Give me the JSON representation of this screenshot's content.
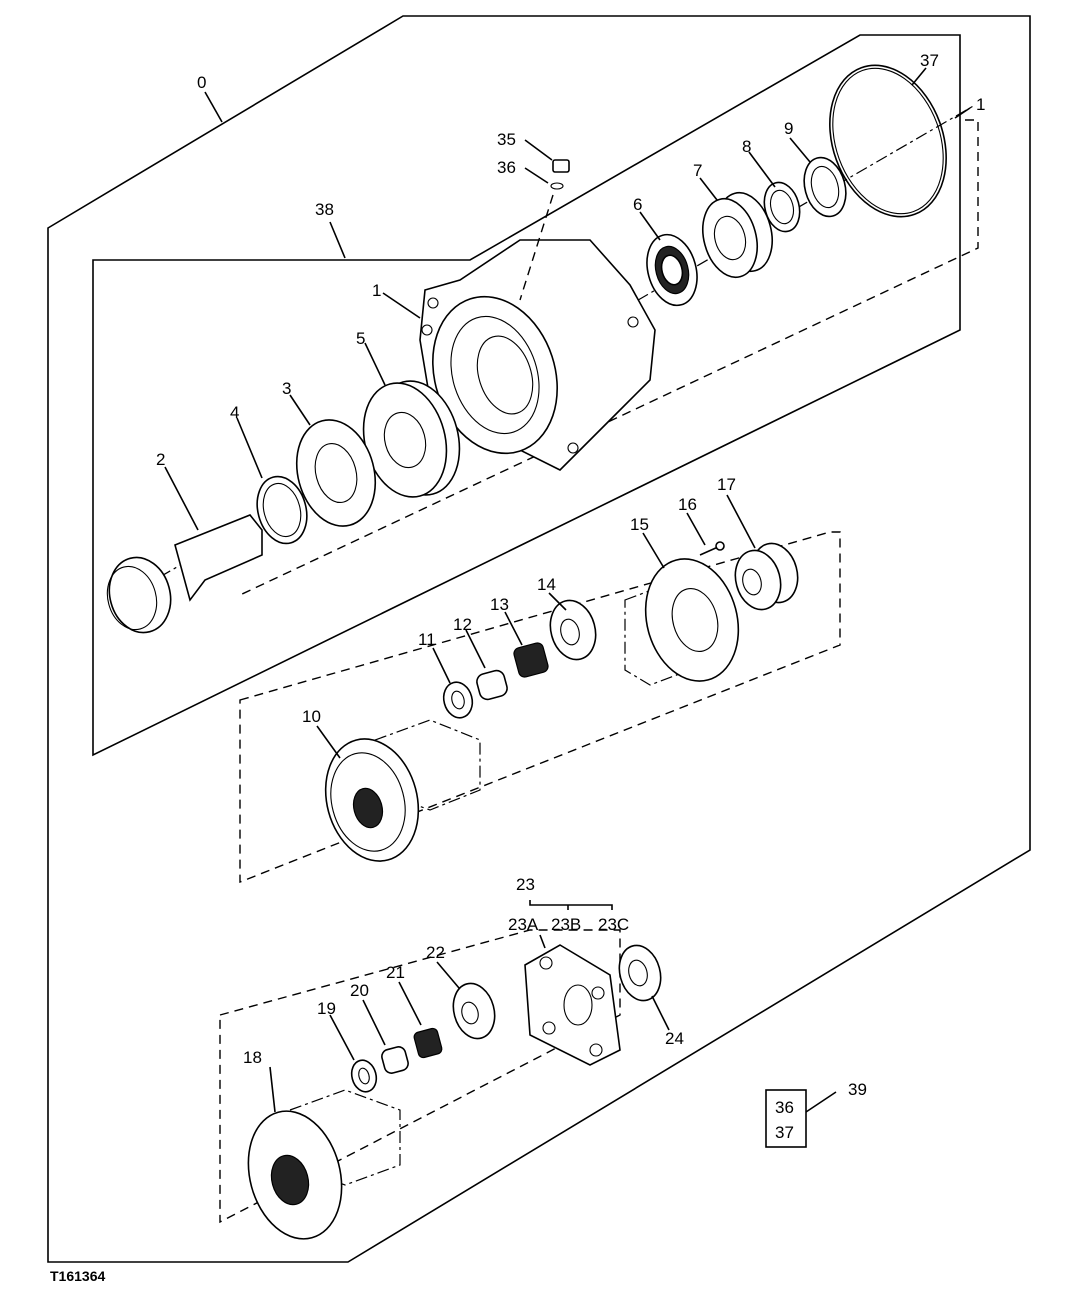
{
  "figure_id": "T161364",
  "labels": {
    "l0": "0",
    "l1a": "1",
    "l1b": "1",
    "l2": "2",
    "l3": "3",
    "l4": "4",
    "l5": "5",
    "l6": "6",
    "l7": "7",
    "l8": "8",
    "l9": "9",
    "l10": "10",
    "l11": "11",
    "l12": "12",
    "l13": "13",
    "l14": "14",
    "l15": "15",
    "l16": "16",
    "l17": "17",
    "l18": "18",
    "l19": "19",
    "l20": "20",
    "l21": "21",
    "l22": "22",
    "l23": "23",
    "l23a": "23A",
    "l23b": "23B",
    "l23c": "23C",
    "l24": "24",
    "l35": "35",
    "l36": "36",
    "l37": "37",
    "l38": "38",
    "l39": "39"
  },
  "kit_box": {
    "line1": "36",
    "line2": "37"
  }
}
